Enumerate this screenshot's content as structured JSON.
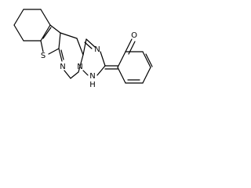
{
  "diagram": {
    "kind": "chemical-structure",
    "atom_labels": {
      "sulfur": "S",
      "n_upper": "N",
      "n_right": "N",
      "n_left": "N",
      "nh_n": "N",
      "nh_h": "H",
      "oxygen": "O"
    },
    "colors": {
      "background": "#ffffff",
      "bond": "#000000",
      "label": "#000000"
    }
  }
}
